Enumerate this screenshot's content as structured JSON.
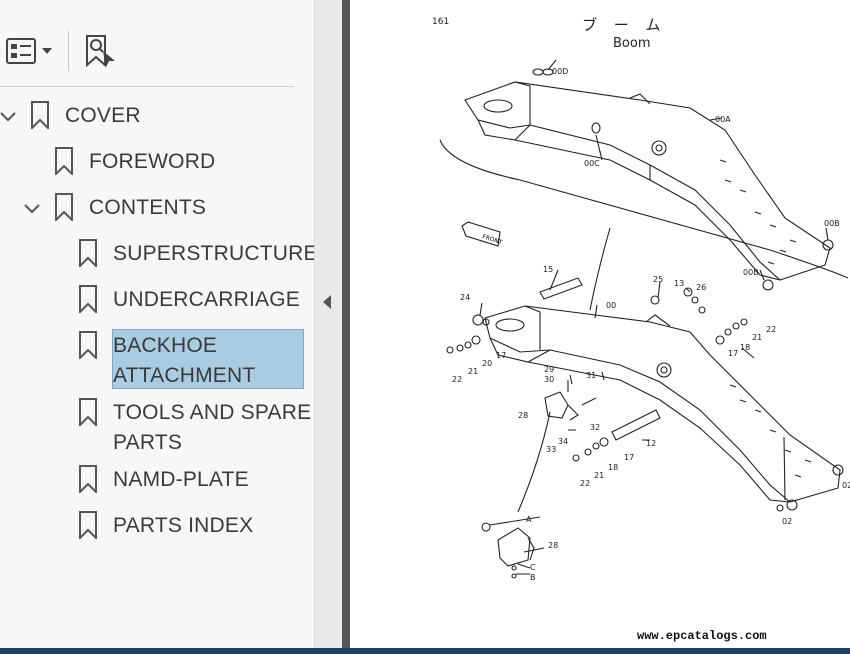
{
  "sidebar": {
    "toolbar": {
      "options_icon": "list-options-icon",
      "dropdown_icon": "caret-down-icon",
      "find_bookmark_icon": "bookmark-search-icon"
    },
    "bookmarks": [
      {
        "label": "COVER",
        "level": 0,
        "expanded": true
      },
      {
        "label": "FOREWORD",
        "level": 1
      },
      {
        "label": "CONTENTS",
        "level": 1,
        "expanded": true
      },
      {
        "label": "SUPERSTRUCTURE",
        "level": 2
      },
      {
        "label": "UNDERCARRIAGE",
        "level": 2
      },
      {
        "label": "BACKHOE ATTACHMENT",
        "level": 2,
        "selected": true
      },
      {
        "label": "TOOLS AND SPARE PARTS",
        "level": 2
      },
      {
        "label": "NAMD-PLATE",
        "level": 2
      },
      {
        "label": "PARTS INDEX",
        "level": 2
      }
    ],
    "bookmark_lines": {
      "backhoe": [
        "BACKHOE",
        "ATTACHMENT"
      ],
      "tools": [
        "TOOLS AND SPARE",
        "PARTS"
      ]
    },
    "selection_color": "#a9cce3"
  },
  "page": {
    "page_number": "161",
    "title_jp": "ブ ー ム",
    "title_en": "Boom",
    "front_label": "FRONT",
    "watermark": "www.epcatalogs.com",
    "callouts": [
      "00D",
      "00A",
      "00C",
      "00B",
      "00B",
      "15",
      "25",
      "13",
      "26",
      "24",
      "00",
      "22",
      "18",
      "21",
      "17",
      "17",
      "22",
      "21",
      "20",
      "29",
      "30",
      "31",
      "28",
      "32",
      "33",
      "34",
      "12",
      "17",
      "18",
      "21",
      "22",
      "02",
      "02",
      "A",
      "28",
      "C",
      "B"
    ]
  }
}
